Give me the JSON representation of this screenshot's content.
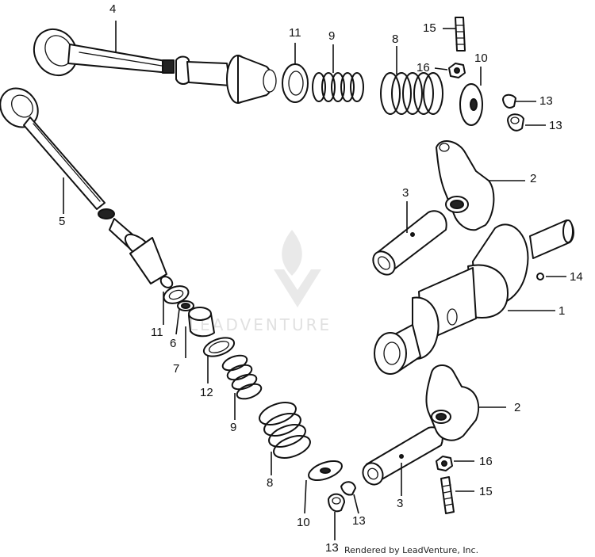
{
  "callouts": {
    "c1": "1",
    "c2a": "2",
    "c2b": "2",
    "c3a": "3",
    "c3b": "3",
    "c4": "4",
    "c5": "5",
    "c6": "6",
    "c7": "7",
    "c8a": "8",
    "c8b": "8",
    "c9a": "9",
    "c9b": "9",
    "c10a": "10",
    "c10b": "10",
    "c11a": "11",
    "c11b": "11",
    "c12": "12",
    "c13a": "13",
    "c13b": "13",
    "c13c": "13",
    "c13d": "13",
    "c14": "14",
    "c15a": "15",
    "c15b": "15",
    "c16a": "16",
    "c16b": "16"
  },
  "watermark": {
    "text": "LEADVENTURE"
  },
  "credit": "Rendered by LeadVenture, Inc."
}
